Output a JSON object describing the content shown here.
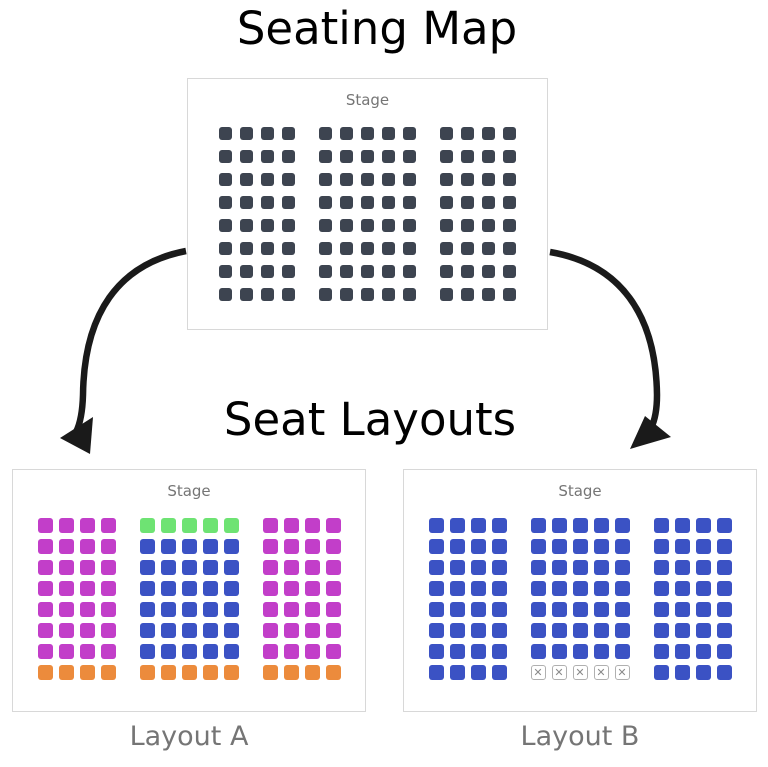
{
  "page": {
    "title": "Seating Map",
    "subtitle": "Seat Layouts"
  },
  "colors": {
    "dark": "#3d4450",
    "magenta": "#c23ec9",
    "green": "#6ee373",
    "blue": "#3b52c4",
    "orange": "#ec8b3c",
    "blocked_border": "#b0b0b0",
    "blocked_mark": "#8a8a8a",
    "arrow": "#1a1a1a",
    "card_border": "#d8d8d8",
    "stage_text": "#757575",
    "caption_text": "#757575"
  },
  "blocked_mark_glyph": "✕",
  "seating_map": {
    "stage_label": "Stage",
    "sections": [
      {
        "cols": 4,
        "row_types": [
          "dark",
          "dark",
          "dark",
          "dark",
          "dark",
          "dark",
          "dark",
          "dark"
        ]
      },
      {
        "cols": 5,
        "row_types": [
          "dark",
          "dark",
          "dark",
          "dark",
          "dark",
          "dark",
          "dark",
          "dark"
        ]
      },
      {
        "cols": 4,
        "row_types": [
          "dark",
          "dark",
          "dark",
          "dark",
          "dark",
          "dark",
          "dark",
          "dark"
        ]
      }
    ]
  },
  "layouts": [
    {
      "caption": "Layout A",
      "stage_label": "Stage",
      "sections": [
        {
          "cols": 4,
          "row_types": [
            "magenta",
            "magenta",
            "magenta",
            "magenta",
            "magenta",
            "magenta",
            "magenta",
            "orange"
          ]
        },
        {
          "cols": 5,
          "row_types": [
            "green",
            "blue",
            "blue",
            "blue",
            "blue",
            "blue",
            "blue",
            "orange"
          ]
        },
        {
          "cols": 4,
          "row_types": [
            "magenta",
            "magenta",
            "magenta",
            "magenta",
            "magenta",
            "magenta",
            "magenta",
            "orange"
          ]
        }
      ]
    },
    {
      "caption": "Layout B",
      "stage_label": "Stage",
      "sections": [
        {
          "cols": 4,
          "row_types": [
            "blue",
            "blue",
            "blue",
            "blue",
            "blue",
            "blue",
            "blue",
            "blue"
          ]
        },
        {
          "cols": 5,
          "row_types": [
            "blue",
            "blue",
            "blue",
            "blue",
            "blue",
            "blue",
            "blue",
            "blocked"
          ]
        },
        {
          "cols": 4,
          "row_types": [
            "blue",
            "blue",
            "blue",
            "blue",
            "blue",
            "blue",
            "blue",
            "blue"
          ]
        }
      ]
    }
  ]
}
